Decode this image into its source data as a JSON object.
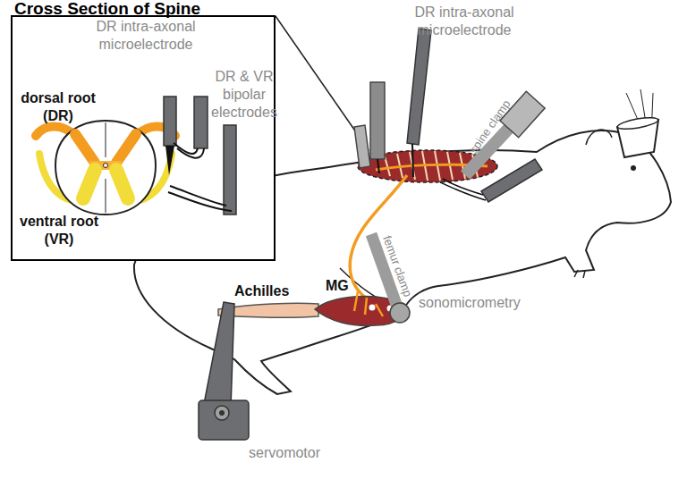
{
  "diagram": {
    "nodes": [
      {
        "text": [
          "Cross Section of Spine"
        ]
      }
    ],
    "labels": [
      "DR intra-axonal microelectrode",
      "DR & VR bipolar electrodes",
      "dorsal root (DR)",
      "ventral root (VR)",
      "DR intra-axonal microelectrode",
      "spine clamp",
      "femur clamp",
      "Achilles",
      "MG",
      "sonomicrometry",
      "servomotor"
    ]
  }
}
